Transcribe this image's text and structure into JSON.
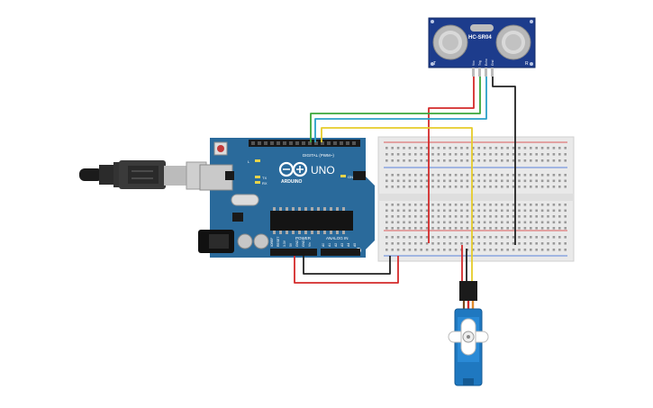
{
  "sensor": {
    "model": "HC-SR04",
    "pins": [
      "Vcc",
      "Trig",
      "Echo",
      "Gnd"
    ],
    "label_t": "T",
    "label_r": "R"
  },
  "arduino": {
    "brand": "ARDUINO",
    "model": "UNO",
    "digital_label": "DIGITAL (PWM~)",
    "power_label": "POWER",
    "analog_label": "ANALOG IN",
    "on_label": "ON",
    "tx_label": "TX",
    "rx_label": "RX",
    "l_label": "L",
    "power_pins": [
      "IOREF",
      "RESET",
      "3.3V",
      "5V",
      "GND",
      "GND",
      "Vin"
    ],
    "analog_pins": [
      "A0",
      "A1",
      "A2",
      "A3",
      "A4",
      "A5"
    ]
  },
  "colors": {
    "board": "#2a6a9b",
    "sensor": "#1d3c8c",
    "wire_red": "#d42a2a",
    "wire_black": "#222222",
    "wire_green": "#3aa83a",
    "wire_blue": "#2aa0c8",
    "wire_yellow": "#e6cc2a",
    "wire_brown": "#7a4a1e",
    "wire_orange": "#e08a2a",
    "servo": "#1f78c0"
  }
}
